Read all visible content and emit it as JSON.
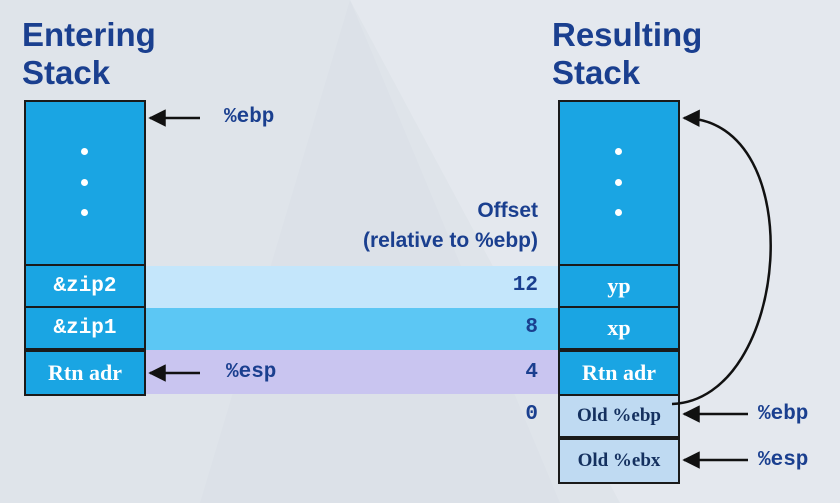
{
  "left_stack": {
    "title_line1": "Entering",
    "title_line2": "Stack",
    "cells": [
      "&zip2",
      "&zip1",
      "Rtn adr"
    ],
    "ebp_label": "%ebp",
    "esp_label": "%esp"
  },
  "right_stack": {
    "title_line1": "Resulting",
    "title_line2": "Stack",
    "cells": [
      "yp",
      "xp",
      "Rtn adr",
      "Old %ebp",
      "Old %ebx"
    ],
    "ebp_label": "%ebp",
    "esp_label": "%esp"
  },
  "offset": {
    "title_line1": "Offset",
    "title_line2": "(relative to %ebp)",
    "values": [
      "12",
      "8",
      "4",
      "0"
    ]
  },
  "colors": {
    "heading": "#1a3f8f",
    "stack_blue": "#1aa5e3",
    "band_12": "#c4e6fb",
    "band_8": "#5cc7f4",
    "band_4": "#c9c5f0"
  }
}
